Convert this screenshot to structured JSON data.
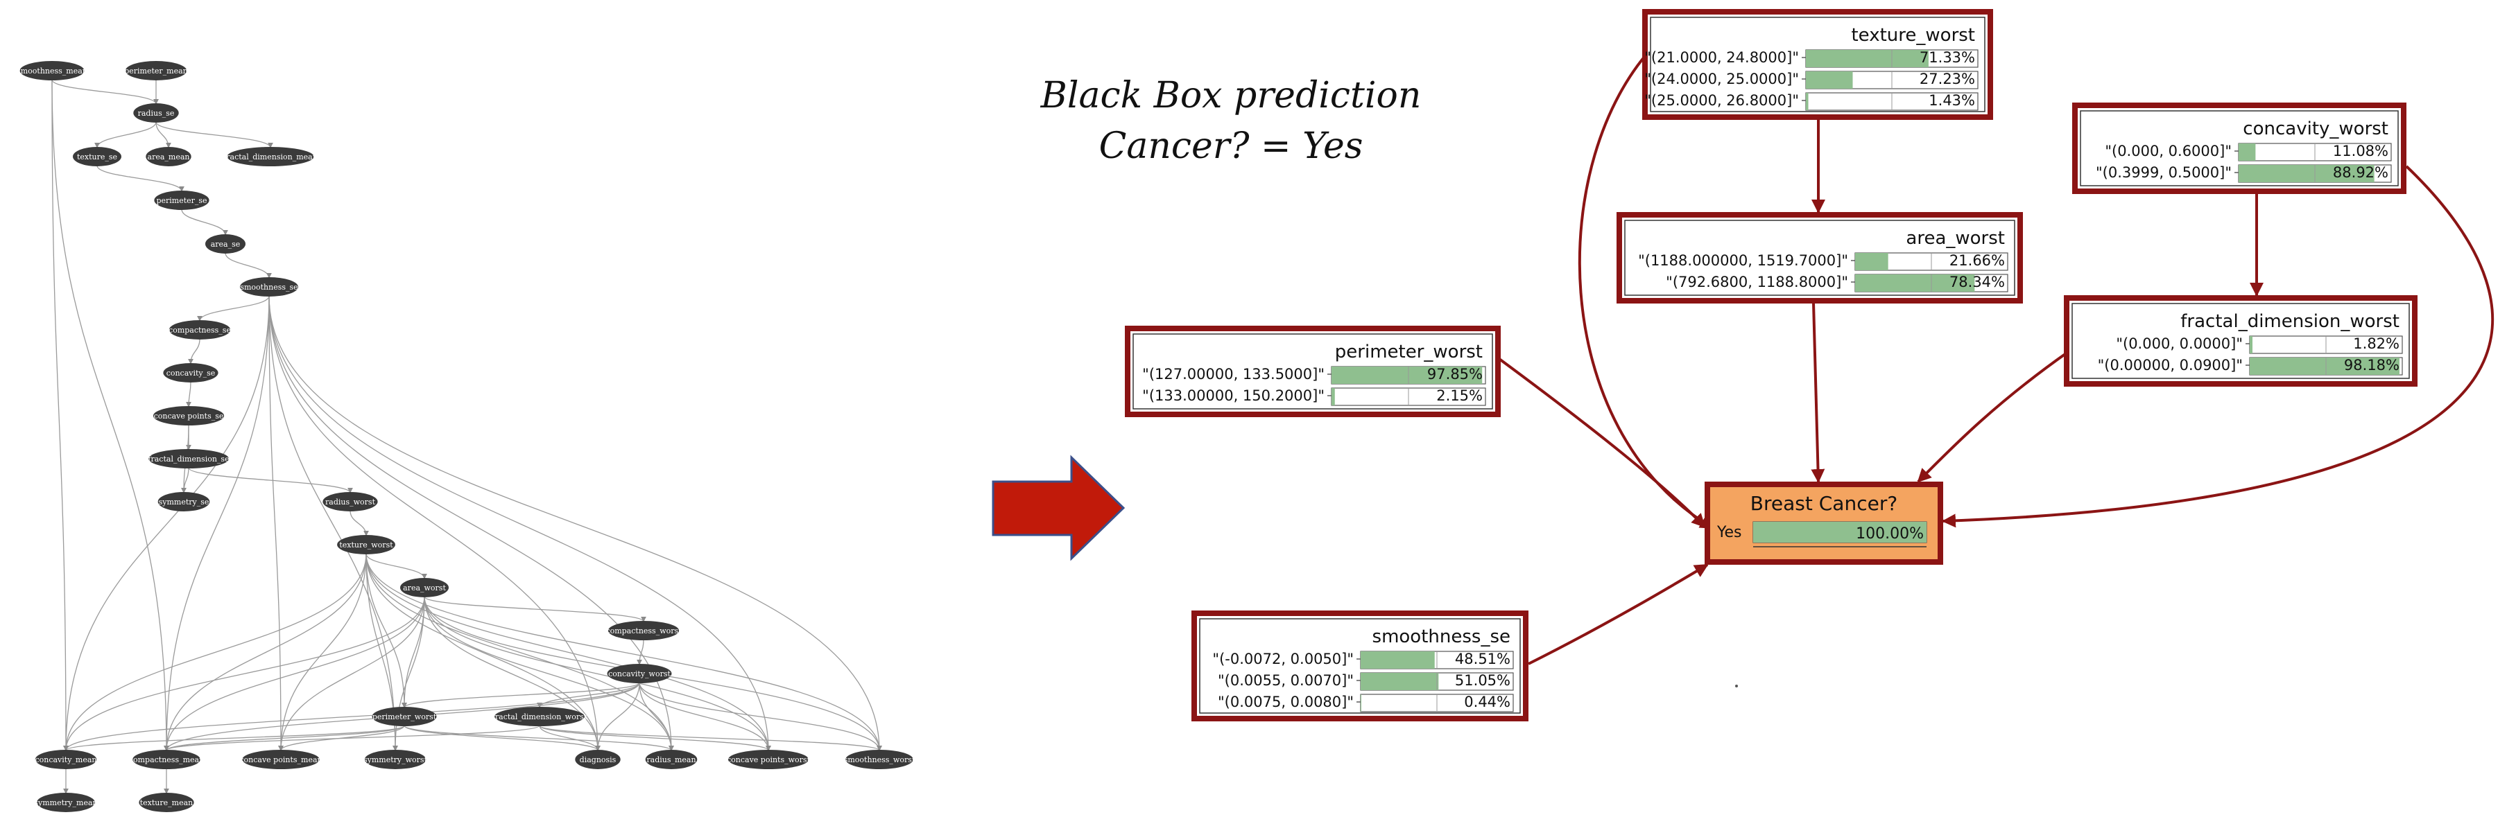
{
  "title": {
    "line1": "Black Box prediction",
    "line2": "Cancer? = Yes"
  },
  "colors": {
    "node_fill": "#3a3a3a",
    "edge_gray": "#9a9a9a",
    "box_border": "#8b1414",
    "bar_green": "#8fbf8f",
    "target_fill": "#f4a460",
    "arrow_red": "#c11a0a"
  },
  "graph": {
    "nodes": [
      {
        "id": "smoothness_mean",
        "label": "smoothness_mean"
      },
      {
        "id": "perimeter_mean",
        "label": "perimeter_mean"
      },
      {
        "id": "radius_se",
        "label": "radius_se"
      },
      {
        "id": "texture_se",
        "label": "texture_se"
      },
      {
        "id": "area_mean",
        "label": "area_mean"
      },
      {
        "id": "fractal_dimension_mean",
        "label": "fractal_dimension_mean"
      },
      {
        "id": "perimeter_se",
        "label": "perimeter_se"
      },
      {
        "id": "area_se",
        "label": "area_se"
      },
      {
        "id": "smoothness_se",
        "label": "smoothness_se"
      },
      {
        "id": "compactness_se",
        "label": "compactness_se"
      },
      {
        "id": "concavity_se",
        "label": "concavity_se"
      },
      {
        "id": "concave_points_se",
        "label": "concave points_se"
      },
      {
        "id": "fractal_dimension_se",
        "label": "fractal_dimension_se"
      },
      {
        "id": "symmetry_se",
        "label": "symmetry_se"
      },
      {
        "id": "radius_worst",
        "label": "radius_worst"
      },
      {
        "id": "texture_worst",
        "label": "texture_worst"
      },
      {
        "id": "area_worst",
        "label": "area_worst"
      },
      {
        "id": "compactness_worst",
        "label": "compactness_worst"
      },
      {
        "id": "concavity_worst",
        "label": "concavity_worst"
      },
      {
        "id": "perimeter_worst",
        "label": "perimeter_worst"
      },
      {
        "id": "fractal_dimension_worst",
        "label": "fractal_dimension_worst"
      },
      {
        "id": "concavity_mean",
        "label": "concavity_mean"
      },
      {
        "id": "compactness_mean",
        "label": "compactness_mean"
      },
      {
        "id": "concave_points_mean",
        "label": "concave points_mean"
      },
      {
        "id": "symmetry_worst",
        "label": "symmetry_worst"
      },
      {
        "id": "diagnosis",
        "label": "diagnosis"
      },
      {
        "id": "radius_mean",
        "label": "radius_mean"
      },
      {
        "id": "concave_points_worst",
        "label": "concave points_worst"
      },
      {
        "id": "smoothness_worst",
        "label": "smoothness_worst"
      },
      {
        "id": "symmetry_mean",
        "label": "symmetry_mean"
      },
      {
        "id": "texture_mean",
        "label": "texture_mean"
      }
    ],
    "edges": [
      [
        "perimeter_mean",
        "radius_se"
      ],
      [
        "smoothness_mean",
        "radius_se"
      ],
      [
        "radius_se",
        "texture_se"
      ],
      [
        "radius_se",
        "area_mean"
      ],
      [
        "radius_se",
        "fractal_dimension_mean"
      ],
      [
        "texture_se",
        "perimeter_se"
      ],
      [
        "perimeter_se",
        "area_se"
      ],
      [
        "area_se",
        "smoothness_se"
      ],
      [
        "smoothness_se",
        "compactness_se"
      ],
      [
        "compactness_se",
        "concavity_se"
      ],
      [
        "concavity_se",
        "concave_points_se"
      ],
      [
        "concave_points_se",
        "fractal_dimension_se"
      ],
      [
        "concave_points_se",
        "symmetry_se"
      ],
      [
        "fractal_dimension_se",
        "symmetry_se"
      ],
      [
        "fractal_dimension_se",
        "radius_worst"
      ],
      [
        "radius_worst",
        "texture_worst"
      ],
      [
        "texture_worst",
        "area_worst"
      ],
      [
        "area_worst",
        "compactness_worst"
      ],
      [
        "compactness_worst",
        "concavity_worst"
      ],
      [
        "smoothness_mean",
        "concavity_mean"
      ],
      [
        "smoothness_mean",
        "compactness_mean"
      ],
      [
        "smoothness_se",
        "concavity_mean"
      ],
      [
        "smoothness_se",
        "compactness_mean"
      ],
      [
        "smoothness_se",
        "concave_points_mean"
      ],
      [
        "smoothness_se",
        "symmetry_worst"
      ],
      [
        "smoothness_se",
        "diagnosis"
      ],
      [
        "smoothness_se",
        "radius_mean"
      ],
      [
        "smoothness_se",
        "concave_points_worst"
      ],
      [
        "smoothness_se",
        "smoothness_worst"
      ],
      [
        "texture_worst",
        "concavity_mean"
      ],
      [
        "texture_worst",
        "compactness_mean"
      ],
      [
        "texture_worst",
        "concave_points_mean"
      ],
      [
        "texture_worst",
        "symmetry_worst"
      ],
      [
        "texture_worst",
        "perimeter_worst"
      ],
      [
        "texture_worst",
        "diagnosis"
      ],
      [
        "texture_worst",
        "radius_mean"
      ],
      [
        "texture_worst",
        "concave_points_worst"
      ],
      [
        "texture_worst",
        "smoothness_worst"
      ],
      [
        "area_worst",
        "concavity_mean"
      ],
      [
        "area_worst",
        "compactness_mean"
      ],
      [
        "area_worst",
        "concave_points_mean"
      ],
      [
        "area_worst",
        "symmetry_worst"
      ],
      [
        "area_worst",
        "perimeter_worst"
      ],
      [
        "area_worst",
        "diagnosis"
      ],
      [
        "area_worst",
        "radius_mean"
      ],
      [
        "area_worst",
        "concave_points_worst"
      ],
      [
        "area_worst",
        "smoothness_worst"
      ],
      [
        "concavity_worst",
        "perimeter_worst"
      ],
      [
        "concavity_worst",
        "fractal_dimension_worst"
      ],
      [
        "concavity_worst",
        "concavity_mean"
      ],
      [
        "concavity_worst",
        "compactness_mean"
      ],
      [
        "concavity_worst",
        "diagnosis"
      ],
      [
        "concavity_worst",
        "radius_mean"
      ],
      [
        "concavity_worst",
        "concave_points_worst"
      ],
      [
        "concavity_worst",
        "smoothness_worst"
      ],
      [
        "perimeter_worst",
        "concavity_mean"
      ],
      [
        "perimeter_worst",
        "compactness_mean"
      ],
      [
        "perimeter_worst",
        "concave_points_mean"
      ],
      [
        "perimeter_worst",
        "diagnosis"
      ],
      [
        "perimeter_worst",
        "radius_mean"
      ],
      [
        "fractal_dimension_worst",
        "compactness_mean"
      ],
      [
        "fractal_dimension_worst",
        "diagnosis"
      ],
      [
        "fractal_dimension_worst",
        "concave_points_worst"
      ],
      [
        "fractal_dimension_worst",
        "smoothness_worst"
      ],
      [
        "concavity_mean",
        "symmetry_mean"
      ],
      [
        "compactness_mean",
        "texture_mean"
      ]
    ]
  },
  "bn_nodes": [
    {
      "id": "texture_worst",
      "name": "texture_worst",
      "rows": [
        {
          "state": "\"(21.0000, 24.8000]\"",
          "pct": 71.33,
          "label": "71.33%"
        },
        {
          "state": "\"(24.0000, 25.0000]\"",
          "pct": 27.23,
          "label": "27.23%"
        },
        {
          "state": "\"(25.0000, 26.8000]\"",
          "pct": 1.43,
          "label": "1.43%"
        }
      ]
    },
    {
      "id": "area_worst",
      "name": "area_worst",
      "rows": [
        {
          "state": "\"(1188.000000, 1519.7000]\"",
          "pct": 21.66,
          "label": "21.66%"
        },
        {
          "state": "\"(792.6800, 1188.8000]\"",
          "pct": 78.34,
          "label": "78.34%"
        }
      ]
    },
    {
      "id": "concavity_worst",
      "name": "concavity_worst",
      "rows": [
        {
          "state": "\"(0.000, 0.6000]\"",
          "pct": 11.08,
          "label": "11.08%"
        },
        {
          "state": "\"(0.3999, 0.5000]\"",
          "pct": 88.92,
          "label": "88.92%"
        }
      ]
    },
    {
      "id": "fractal_dimension_worst",
      "name": "fractal_dimension_worst",
      "rows": [
        {
          "state": "\"(0.000, 0.0000]\"",
          "pct": 1.82,
          "label": "1.82%"
        },
        {
          "state": "\"(0.00000, 0.0900]\"",
          "pct": 98.18,
          "label": "98.18%"
        }
      ]
    },
    {
      "id": "perimeter_worst",
      "name": "perimeter_worst",
      "rows": [
        {
          "state": "\"(127.00000, 133.5000]\"",
          "pct": 97.85,
          "label": "97.85%"
        },
        {
          "state": "\"(133.00000, 150.2000]\"",
          "pct": 2.15,
          "label": "2.15%"
        }
      ]
    },
    {
      "id": "smoothness_se",
      "name": "smoothness_se",
      "rows": [
        {
          "state": "\"(-0.0072, 0.0050]\"",
          "pct": 48.51,
          "label": "48.51%"
        },
        {
          "state": "\"(0.0055, 0.0070]\"",
          "pct": 51.05,
          "label": "51.05%"
        },
        {
          "state": "\"(0.0075, 0.0080]\"",
          "pct": 0.44,
          "label": "0.44%"
        }
      ]
    }
  ],
  "target": {
    "name": "Breast Cancer?",
    "state": "Yes",
    "pct": 100,
    "label": "100.00%"
  },
  "bn_edges": [
    [
      "texture_worst",
      "area_worst"
    ],
    [
      "concavity_worst",
      "fractal_dimension_worst"
    ],
    [
      "texture_worst",
      "target"
    ],
    [
      "area_worst",
      "target"
    ],
    [
      "perimeter_worst",
      "target"
    ],
    [
      "fractal_dimension_worst",
      "target"
    ],
    [
      "concavity_worst",
      "target"
    ],
    [
      "smoothness_se",
      "target"
    ]
  ]
}
